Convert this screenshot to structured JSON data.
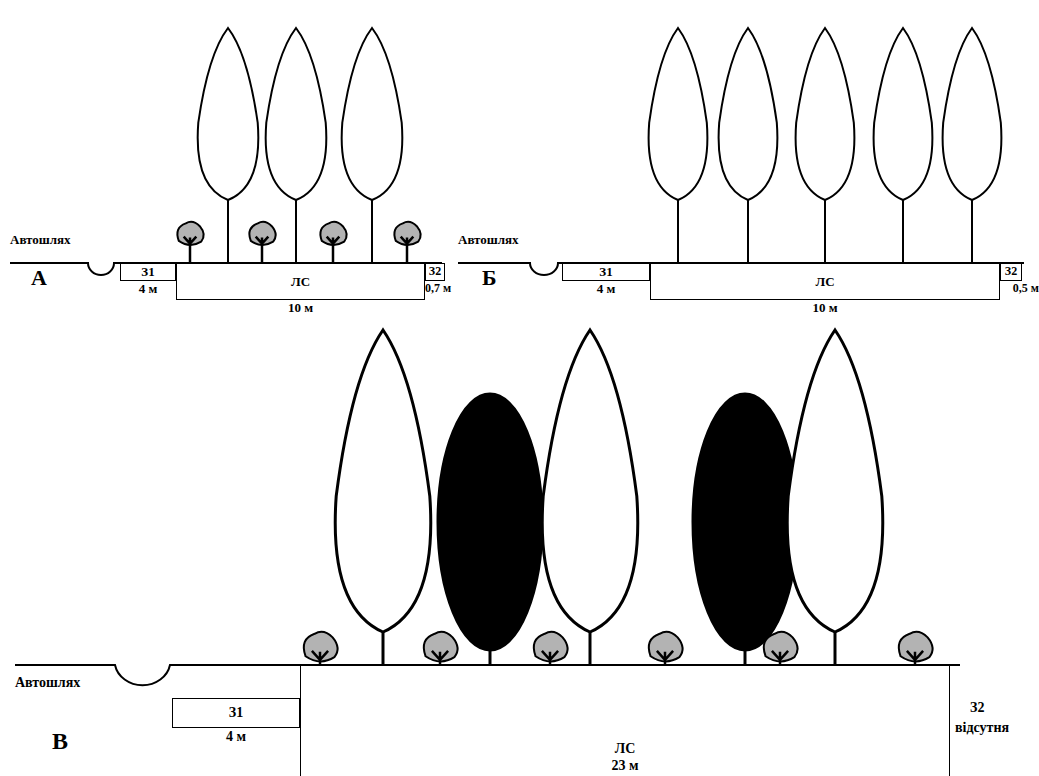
{
  "diagram": {
    "nodes": [
      {
        "text": [
          "З1",
          "4 м"
        ]
      },
      {
        "text": [
          "ЛС",
          "10 м"
        ]
      },
      {
        "text": [
          "З2",
          "0,7 м"
        ]
      },
      {
        "text": [
          "З1",
          "4 м"
        ]
      },
      {
        "text": [
          "ЛС",
          "10 м"
        ]
      },
      {
        "text": [
          "З2",
          "0,5 м"
        ]
      },
      {
        "text": [
          "З1",
          "4 м"
        ]
      },
      {
        "text": [
          "ЛС",
          "23 м"
        ]
      }
    ],
    "labels": [
      "Автошлях",
      "А",
      "Автошлях",
      "Б",
      "Автошлях",
      "В",
      "З2",
      "відсутня"
    ]
  }
}
